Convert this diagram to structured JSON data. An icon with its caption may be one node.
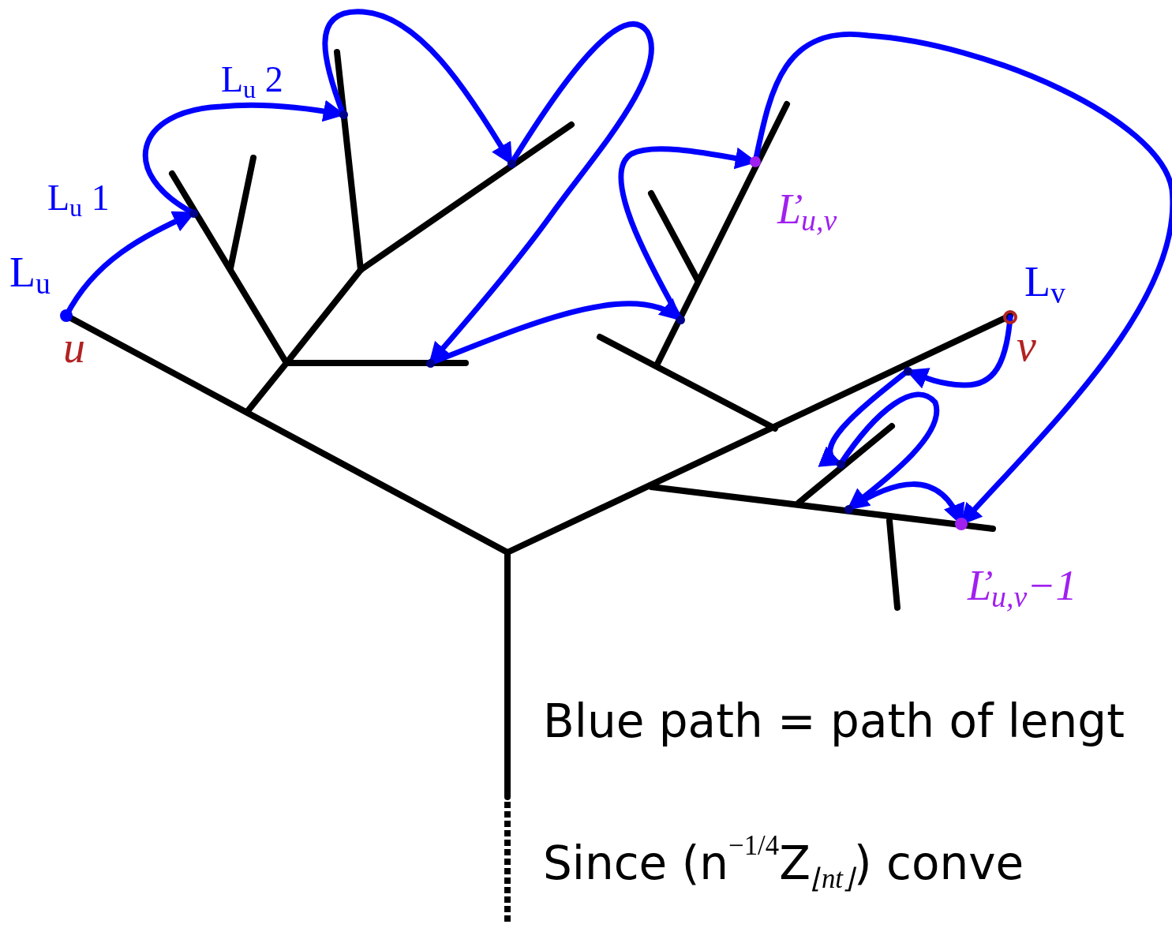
{
  "diagram": {
    "nodes": [
      {
        "text": [],
        "shape": "circle",
        "beside": [
          "L$_{u}$",
          "u"
        ]
      },
      {
        "text": [],
        "shape": "point",
        "beside": [
          "L$_{u}$ 1"
        ]
      },
      {
        "text": [],
        "shape": "point",
        "beside": [
          "L$_{u}$ 2"
        ]
      },
      {
        "text": [],
        "shape": "point"
      },
      {
        "text": [],
        "shape": "point"
      },
      {
        "text": [],
        "shape": "point"
      },
      {
        "text": [],
        "shape": "circle",
        "beside": [
          "Ľ$_{u,v}$"
        ]
      },
      {
        "text": [],
        "shape": "circle",
        "beside": [
          "Ľ$_{u,v}$−1"
        ]
      },
      {
        "text": [],
        "shape": "point"
      },
      {
        "text": [],
        "shape": "point"
      },
      {
        "text": [],
        "shape": "point"
      },
      {
        "text": [],
        "shape": "circle",
        "beside": [
          "L$_{v}$",
          "v"
        ]
      }
    ],
    "edges": [
      {
        "from": 0,
        "to": 1,
        "arrow": "to"
      },
      {
        "from": 1,
        "to": 2,
        "arrow": "to"
      },
      {
        "from": 2,
        "to": 3,
        "arrow": "to"
      },
      {
        "from": 3,
        "to": 4,
        "arrow": "to"
      },
      {
        "from": 4,
        "to": 5,
        "arrow": "to"
      },
      {
        "from": 5,
        "to": 6,
        "arrow": "to"
      },
      {
        "from": 6,
        "to": 7,
        "arrow": "to"
      },
      {
        "from": 11,
        "to": 10,
        "arrow": "to"
      },
      {
        "from": 10,
        "to": 9,
        "arrow": "to"
      },
      {
        "from": 9,
        "to": 8,
        "arrow": "to"
      },
      {
        "from": 8,
        "to": 7,
        "arrow": "to"
      }
    ],
    "labels": [
      "Blue path = path of lengt",
      "Since (n$^{−1/4}$Z$_{⌊nt⌋}$) conve"
    ]
  }
}
